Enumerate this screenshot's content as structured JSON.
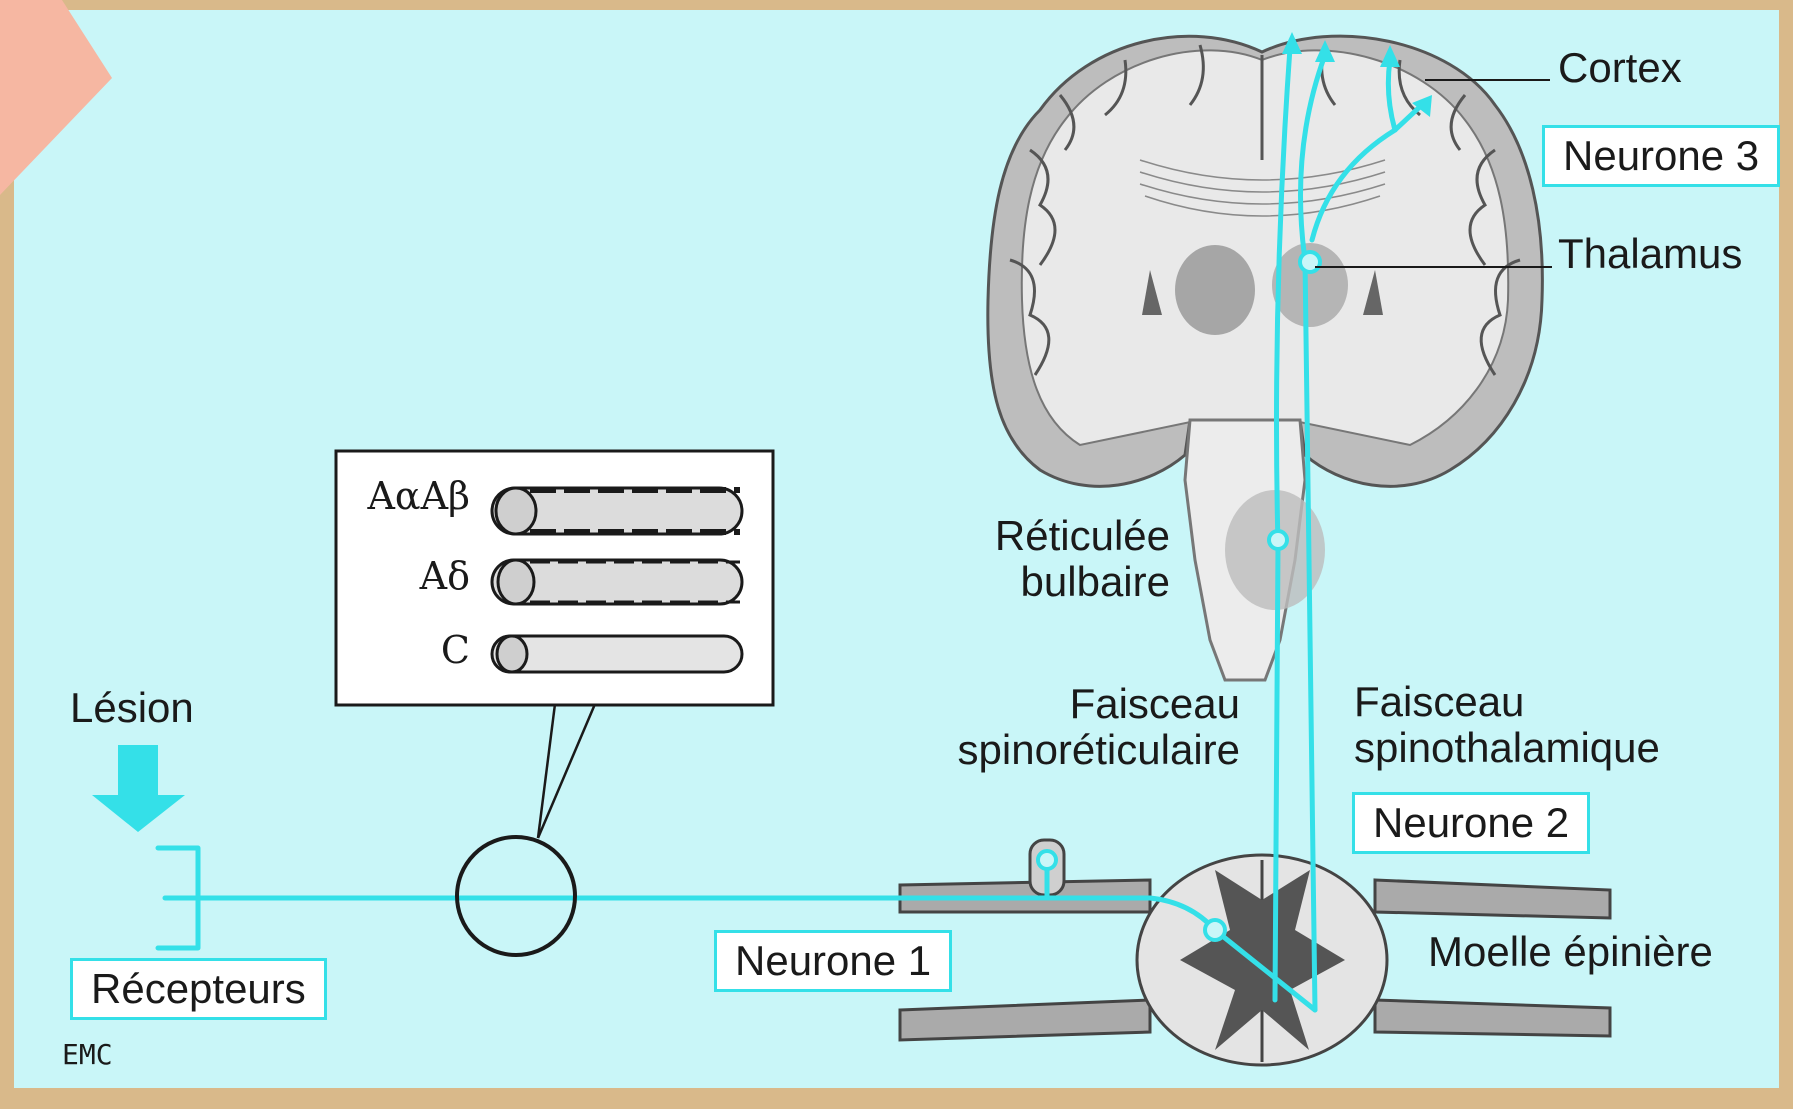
{
  "colors": {
    "background_panel": "#c9f6f8",
    "pathway": "#34e0e8",
    "tissue": "#cfcfcf",
    "frame": "#d9b98a"
  },
  "labels": {
    "cortex": "Cortex",
    "neurone3": "Neurone 3",
    "thalamus": "Thalamus",
    "reticulee_line1": "Réticulée",
    "reticulee_line2": "bulbaire",
    "faisceau_sr_line1": "Faisceau",
    "faisceau_sr_line2": "spinoréticulaire",
    "faisceau_st_line1": "Faisceau",
    "faisceau_st_line2": "spinothalamique",
    "neurone2": "Neurone 2",
    "lesion": "Lésion",
    "recepteurs": "Récepteurs",
    "neurone1": "Neurone 1",
    "moelle": "Moelle épinière",
    "logo": "EMC"
  },
  "fibers": [
    "AαAβ",
    "Aδ",
    "C"
  ],
  "icons": [
    "lesion-arrow-icon",
    "brain-coronal-section",
    "spinal-cord-section",
    "nerve-fiber-inset"
  ]
}
